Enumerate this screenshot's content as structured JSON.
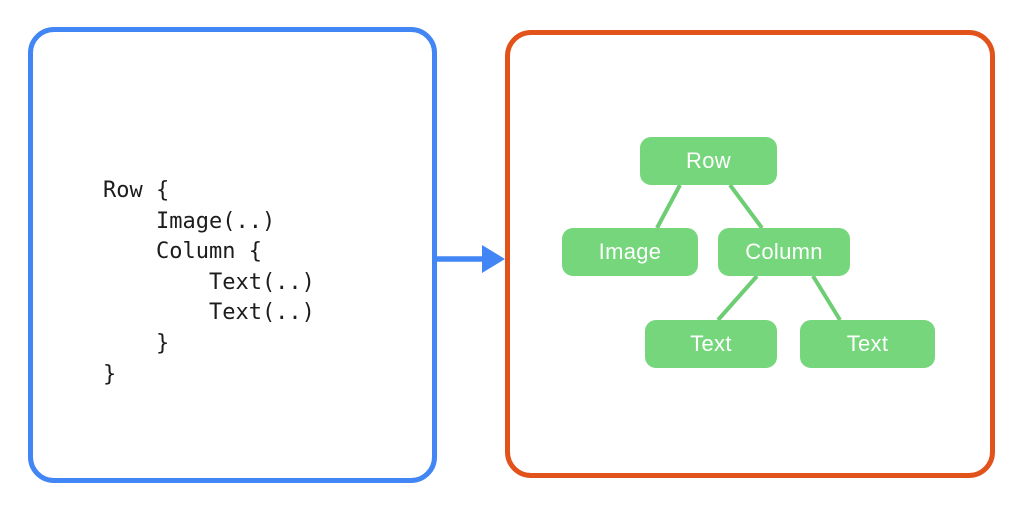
{
  "diagram": {
    "description": "Code snippet transforming into a UI hierarchy tree",
    "code_panel": {
      "border_color": "#4285F4",
      "lines": [
        "Row {",
        "    Image(..)",
        "    Column {",
        "        Text(..)",
        "        Text(..)",
        "    }",
        "}"
      ]
    },
    "arrow": {
      "name": "arrow-right",
      "color": "#4285F4"
    },
    "tree_panel": {
      "border_color": "#E2521B",
      "node_fill": "#75D67B",
      "node_text_color": "#FFFFFF",
      "edge_color": "#6CCD73",
      "nodes": [
        {
          "id": "row",
          "label": "Row"
        },
        {
          "id": "image",
          "label": "Image"
        },
        {
          "id": "column",
          "label": "Column"
        },
        {
          "id": "text1",
          "label": "Text"
        },
        {
          "id": "text2",
          "label": "Text"
        }
      ],
      "edges": [
        {
          "from": "row",
          "to": "image"
        },
        {
          "from": "row",
          "to": "column"
        },
        {
          "from": "column",
          "to": "text1"
        },
        {
          "from": "column",
          "to": "text2"
        }
      ]
    }
  }
}
